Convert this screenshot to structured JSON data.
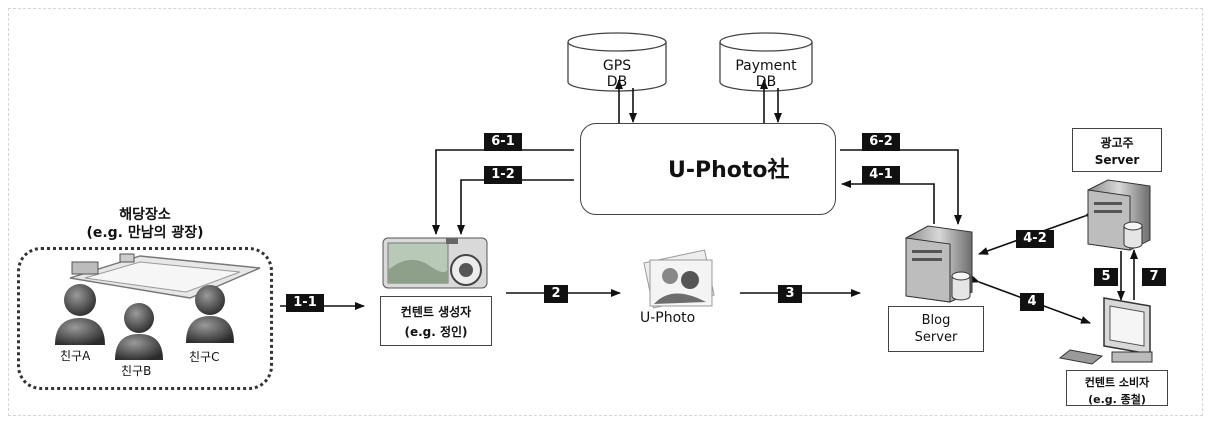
{
  "place": {
    "title": "해당장소",
    "subtitle": "(e.g. 만남의 광장)",
    "friends": [
      "친구A",
      "친구B",
      "친구C"
    ]
  },
  "creator": {
    "title": "컨텐트 생성자",
    "subtitle": "(e.g. 정인)"
  },
  "uphoto_company": "U-Photo社",
  "uphoto_image_label": "U-Photo",
  "gps_db": {
    "line1": "GPS",
    "line2": "DB"
  },
  "payment_db": {
    "line1": "Payment",
    "line2": "DB"
  },
  "blog_server": {
    "line1": "Blog",
    "line2": "Server"
  },
  "advertiser": {
    "line1": "광고주",
    "line2": "Server"
  },
  "consumer": {
    "title": "컨텐트 소비자",
    "subtitle": "(e.g. 종철)"
  },
  "steps": {
    "s1_1": "1-1",
    "s1_2": "1-2",
    "s2": "2",
    "s3": "3",
    "s4": "4",
    "s4_1": "4-1",
    "s4_2": "4-2",
    "s5": "5",
    "s6_1": "6-1",
    "s6_2": "6-2",
    "s7": "7"
  }
}
